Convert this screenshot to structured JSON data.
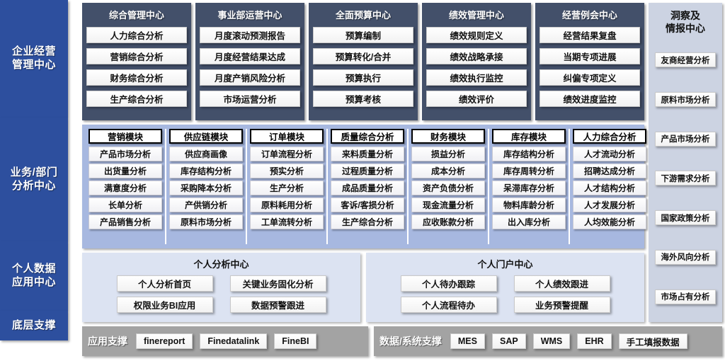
{
  "sidebar": {
    "rows": [
      {
        "name": "enterprise",
        "label": "企业经营\n管理中心"
      },
      {
        "name": "business",
        "label": "业务/部门\n分析中心"
      },
      {
        "name": "personal",
        "label": "个人数据\n应用中心"
      },
      {
        "name": "foundation",
        "label": "底层支撑"
      }
    ]
  },
  "enterprise": {
    "columns": [
      {
        "title": "综合管理中心",
        "items": [
          "人力综合分析",
          "营销综合分析",
          "财务综合分析",
          "生产综合分析"
        ]
      },
      {
        "title": "事业部运营中心",
        "items": [
          "月度滚动预测报告",
          "月度经营结果达成",
          "月度产销风险分析",
          "市场运营分析"
        ]
      },
      {
        "title": "全面预算中心",
        "items": [
          "预算编制",
          "预算转化/合并",
          "预算执行",
          "预算考核"
        ]
      },
      {
        "title": "绩效管理中心",
        "items": [
          "绩效规则定义",
          "绩效战略承接",
          "绩效执行监控",
          "绩效评价"
        ]
      },
      {
        "title": "经营例会中心",
        "items": [
          "经营结果复盘",
          "当期专项进展",
          "纠偏专项定义",
          "绩效进度监控"
        ]
      }
    ]
  },
  "business": {
    "columns": [
      {
        "title": "营销模块",
        "items": [
          "产品市场分析",
          "出货量分析",
          "满意度分析",
          "长单分析",
          "产品销售分析"
        ]
      },
      {
        "title": "供应链模块",
        "items": [
          "供应商画像",
          "库存结构分析",
          "采购降本分析",
          "产供销分析",
          "原料市场分析"
        ]
      },
      {
        "title": "订单模块",
        "items": [
          "订单流程分析",
          "预实分析",
          "生产分析",
          "原料耗用分析",
          "工单流转分析"
        ]
      },
      {
        "title": "质量综合分析",
        "items": [
          "来料质量分析",
          "过程质量分析",
          "成品质量分析",
          "客诉/客损分析",
          "生产综合分析"
        ]
      },
      {
        "title": "财务模块",
        "items": [
          "损益分析",
          "成本分析",
          "资产负债分析",
          "现金流量分析",
          "应收账款分析"
        ]
      },
      {
        "title": "库存模块",
        "items": [
          "库存结构分析",
          "库存周转分析",
          "呆滞库存分析",
          "物料库龄分析",
          "出入库分析"
        ]
      },
      {
        "title": "人力综合分析",
        "items": [
          "人才流动分析",
          "招聘达成分析",
          "人才结构分析",
          "人才发展分析",
          "人均效能分析"
        ]
      }
    ]
  },
  "personal": {
    "panels": [
      {
        "title": "个人分析中心",
        "items": [
          "个人分析首页",
          "关键业务固化分析",
          "权限业务BI应用",
          "数据预警跟进"
        ]
      },
      {
        "title": "个人门户中心",
        "items": [
          "个人待办跟踪",
          "个人绩效跟进",
          "个人流程待办",
          "业务预警提醒"
        ]
      }
    ]
  },
  "insight": {
    "title": "洞察及\n情报中心",
    "items": [
      "友商经营分析",
      "原料市场分析",
      "产品市场分析",
      "下游需求分析",
      "国家政策分析",
      "海外风向分析",
      "市场占有分析"
    ]
  },
  "foundation": {
    "bars": [
      {
        "label": "应用支撑",
        "items": [
          "finereport",
          "Finedatalink",
          "FineBI"
        ]
      },
      {
        "label": "数据/系统支撑",
        "items": [
          "MES",
          "SAP",
          "WMS",
          "EHR",
          "手工填报数据"
        ]
      }
    ]
  },
  "colors": {
    "sidebar_blue": "#2d4f9e",
    "enterprise_panel": "#43506a",
    "business_bg": "#a7b8e0",
    "personal_bg": "#dce3f2",
    "insight_bg": "#ccd3e2",
    "support_bg": "#a3a3a3"
  }
}
